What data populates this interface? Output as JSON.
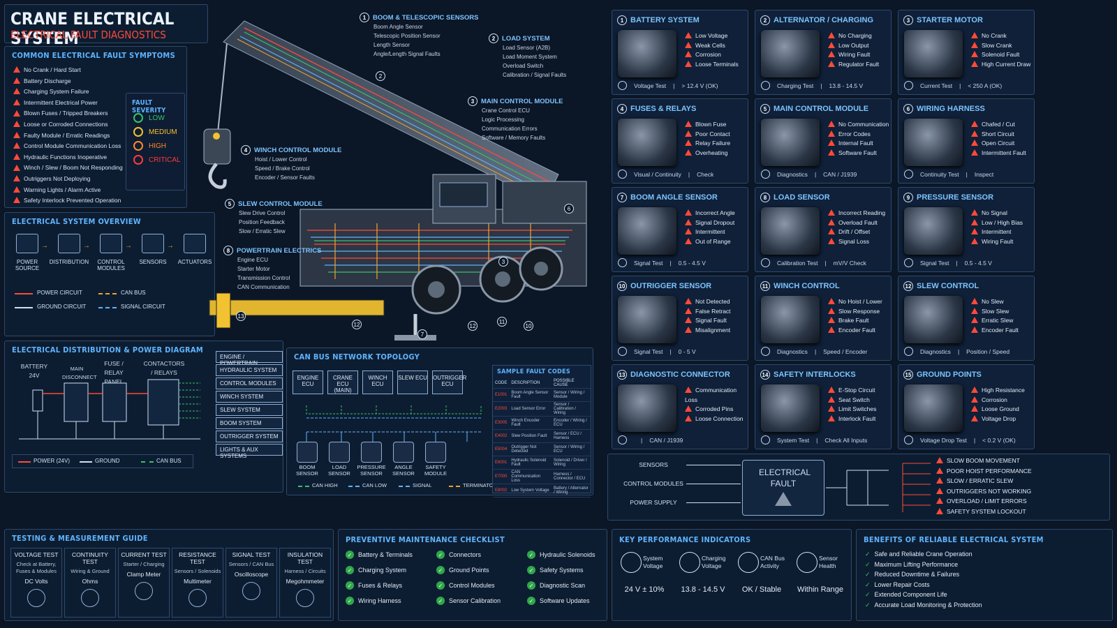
{
  "header": {
    "title": "CRANE ELECTRICAL SYSTEM",
    "subtitle": "ELECTRICAL FAULT DIAGNOSTICS"
  },
  "symptoms": {
    "title": "COMMON ELECTRICAL FAULT SYMPTOMS",
    "items": [
      "No Crank / Hard Start",
      "Battery Discharge",
      "Charging System Failure",
      "Intermittent Electrical Power",
      "Blown Fuses / Tripped Breakers",
      "Loose or Corroded Connections",
      "Faulty Module / Erratic Readings",
      "Control Module Communication Loss",
      "Hydraulic Functions Inoperative",
      "Winch / Slew / Boom Not Responding",
      "Outriggers Not Deploying",
      "Warning Lights / Alarm Active",
      "Safety Interlock Prevented Operation"
    ]
  },
  "severity": {
    "title": "FAULT SEVERITY",
    "levels": [
      {
        "label": "LOW",
        "color": "#35c46a"
      },
      {
        "label": "MEDIUM",
        "color": "#f2c230"
      },
      {
        "label": "HIGH",
        "color": "#ff8a2a"
      },
      {
        "label": "CRITICAL",
        "color": "#ff3b3b"
      }
    ]
  },
  "overview": {
    "title": "ELECTRICAL SYSTEM OVERVIEW",
    "nodes": [
      "POWER SOURCE",
      "DISTRIBUTION",
      "CONTROL MODULES",
      "SENSORS",
      "ACTUATORS"
    ],
    "legend": [
      "POWER CIRCUIT",
      "CAN BUS",
      "GROUND CIRCUIT",
      "SIGNAL CIRCUIT"
    ]
  },
  "crane_labels": [
    {
      "n": "1",
      "title": "BOOM & TELESCOPIC SENSORS",
      "items": [
        "Boom Angle Sensor",
        "Telescopic Position Sensor",
        "Length Sensor",
        "Angle/Length Signal Faults"
      ]
    },
    {
      "n": "2",
      "title": "LOAD SYSTEM",
      "items": [
        "Load Sensor (A2B)",
        "Load Moment System",
        "Overload Switch",
        "Calibration / Signal Faults"
      ]
    },
    {
      "n": "3",
      "title": "MAIN CONTROL MODULE",
      "items": [
        "Crane Control ECU",
        "Logic Processing",
        "Communication Errors",
        "Software / Memory Faults"
      ]
    },
    {
      "n": "4",
      "title": "WINCH CONTROL MODULE",
      "items": [
        "Hoist / Lower Control",
        "Speed / Brake Control",
        "Encoder / Sensor Faults"
      ]
    },
    {
      "n": "5",
      "title": "SLEW CONTROL MODULE",
      "items": [
        "Slew Drive Control",
        "Position Feedback",
        "Slow / Erratic Slew"
      ]
    },
    {
      "n": "8",
      "title": "POWERTRAIN ELECTRICS",
      "items": [
        "Engine ECU",
        "Starter Motor",
        "Transmission Control",
        "CAN Communication"
      ]
    }
  ],
  "crane_markers": [
    "2",
    "6",
    "3",
    "13",
    "12",
    "7",
    "12",
    "11",
    "10"
  ],
  "distribution": {
    "title": "ELECTRICAL DISTRIBUTION & POWER DIAGRAM",
    "labels": [
      "BATTERY 24V",
      "MAIN DISCONNECT",
      "FUSE / RELAY PANEL",
      "CONTACTORS / RELAYS"
    ],
    "systems": [
      "ENGINE / POWERTRAIN",
      "HYDRAULIC SYSTEM",
      "CONTROL MODULES",
      "WINCH SYSTEM",
      "SLEW SYSTEM",
      "BOOM SYSTEM",
      "OUTRIGGER SYSTEM",
      "LIGHTS & AUX SYSTEMS"
    ],
    "legend": [
      "POWER (24V)",
      "GROUND",
      "CAN BUS"
    ]
  },
  "canbus": {
    "title": "CAN BUS NETWORK TOPOLOGY",
    "ecus": [
      "ENGINE ECU",
      "CRANE ECU (MAIN)",
      "WINCH ECU",
      "SLEW ECU",
      "OUTRIGGER ECU"
    ],
    "sensors": [
      "BOOM SENSOR",
      "LOAD SENSOR",
      "PRESSURE SENSOR",
      "ANGLE SENSOR",
      "SAFETY MODULE"
    ],
    "legend": [
      "CAN HIGH",
      "CAN LOW",
      "SIGNAL",
      "TERMINATOR"
    ]
  },
  "fault_codes": {
    "title": "SAMPLE FAULT CODES",
    "headers": [
      "CODE",
      "DESCRIPTION",
      "POSSIBLE CAUSE"
    ],
    "rows": [
      [
        "E1001",
        "Boom Angle Sensor Fault",
        "Sensor / Wiring / Module"
      ],
      [
        "E2003",
        "Load Sensor Error",
        "Sensor / Calibration / Wiring"
      ],
      [
        "E3005",
        "Winch Encoder Fault",
        "Encoder / Wiring / ECU"
      ],
      [
        "E4002",
        "Slew Position Fault",
        "Sensor / ECU / Harness"
      ],
      [
        "E5004",
        "Outrigger Not Detected",
        "Sensor / Wiring / ECU"
      ],
      [
        "E6001",
        "Hydraulic Solenoid Fault",
        "Solenoid / Driver / Wiring"
      ],
      [
        "E7000",
        "CAN Communication Loss",
        "Harness / Connector / ECU"
      ],
      [
        "E8002",
        "Low System Voltage",
        "Battery / Alternator / Wiring"
      ]
    ]
  },
  "cards": [
    {
      "n": "1",
      "title": "BATTERY SYSTEM",
      "items": [
        "Low Voltage",
        "Weak Cells",
        "Corrosion",
        "Loose Terminals"
      ],
      "foot": [
        "Voltage Test",
        "> 12.4 V (OK)"
      ]
    },
    {
      "n": "2",
      "title": "ALTERNATOR / CHARGING",
      "items": [
        "No Charging",
        "Low Output",
        "Wiring Fault",
        "Regulator Fault"
      ],
      "foot": [
        "Charging Test",
        "13.8 - 14.5 V"
      ]
    },
    {
      "n": "3",
      "title": "STARTER MOTOR",
      "items": [
        "No Crank",
        "Slow Crank",
        "Solenoid Fault",
        "High Current Draw"
      ],
      "foot": [
        "Current Test",
        "< 250 A (OK)"
      ]
    },
    {
      "n": "4",
      "title": "FUSES & RELAYS",
      "items": [
        "Blown Fuse",
        "Poor Contact",
        "Relay Failure",
        "Overheating"
      ],
      "foot": [
        "Visual / Continuity",
        "Check"
      ]
    },
    {
      "n": "5",
      "title": "MAIN CONTROL MODULE",
      "items": [
        "No Communication",
        "Error Codes",
        "Internal Fault",
        "Software Fault"
      ],
      "foot": [
        "Diagnostics",
        "CAN / J1939"
      ]
    },
    {
      "n": "6",
      "title": "WIRING HARNESS",
      "items": [
        "Chafed / Cut",
        "Short Circuit",
        "Open Circuit",
        "Intermittent Fault"
      ],
      "foot": [
        "Continuity Test",
        "Inspect"
      ]
    },
    {
      "n": "7",
      "title": "BOOM ANGLE SENSOR",
      "items": [
        "Incorrect Angle",
        "Signal Dropout",
        "Intermittent",
        "Out of Range"
      ],
      "foot": [
        "Signal Test",
        "0.5 - 4.5 V"
      ]
    },
    {
      "n": "8",
      "title": "LOAD SENSOR",
      "items": [
        "Incorrect Reading",
        "Overload Fault",
        "Drift / Offset",
        "Signal Loss"
      ],
      "foot": [
        "Calibration Test",
        "mV/V Check"
      ]
    },
    {
      "n": "9",
      "title": "PRESSURE SENSOR",
      "items": [
        "No Signal",
        "Low / High Bias",
        "Intermittent",
        "Wiring Fault"
      ],
      "foot": [
        "Signal Test",
        "0.5 - 4.5 V"
      ]
    },
    {
      "n": "10",
      "title": "OUTRIGGER SENSOR",
      "items": [
        "Not Detected",
        "False Retract",
        "Signal Fault",
        "Misalignment"
      ],
      "foot": [
        "Signal Test",
        "0 - 5 V"
      ]
    },
    {
      "n": "11",
      "title": "WINCH CONTROL",
      "items": [
        "No Hoist / Lower",
        "Slow Response",
        "Brake Fault",
        "Encoder Fault"
      ],
      "foot": [
        "Diagnostics",
        "Speed / Encoder"
      ]
    },
    {
      "n": "12",
      "title": "SLEW CONTROL",
      "items": [
        "No Slew",
        "Slow Slew",
        "Erratic Slew",
        "Encoder Fault"
      ],
      "foot": [
        "Diagnostics",
        "Position / Speed"
      ]
    },
    {
      "n": "13",
      "title": "DIAGNOSTIC CONNECTOR",
      "items": [
        "Communication Loss",
        "Corroded Pins",
        "Loose Connection"
      ],
      "foot": [
        "",
        "CAN / J1939"
      ]
    },
    {
      "n": "14",
      "title": "SAFETY INTERLOCKS",
      "items": [
        "E-Stop Circuit",
        "Seat Switch",
        "Limit Switches",
        "Interlock Fault"
      ],
      "foot": [
        "System Test",
        "Check All Inputs"
      ]
    },
    {
      "n": "15",
      "title": "GROUND POINTS",
      "items": [
        "High Resistance",
        "Corrosion",
        "Loose Ground",
        "Voltage Drop"
      ],
      "foot": [
        "Voltage Drop Test",
        "< 0.2 V (OK)"
      ]
    }
  ],
  "fault_flow": {
    "inputs": [
      "SENSORS",
      "CONTROL MODULES",
      "POWER SUPPLY"
    ],
    "center": "ELECTRICAL FAULT",
    "effects": [
      "SLOW BOOM MOVEMENT",
      "POOR HOIST PERFORMANCE",
      "SLOW / ERRATIC SLEW",
      "OUTRIGGERS NOT WORKING",
      "OVERLOAD / LIMIT ERRORS",
      "SAFETY SYSTEM LOCKOUT"
    ]
  },
  "testing": {
    "title": "TESTING & MEASUREMENT GUIDE",
    "cols": [
      {
        "h": "VOLTAGE TEST",
        "d": "Check at Battery, Fuses & Modules",
        "tool": "DC Volts"
      },
      {
        "h": "CONTINUITY TEST",
        "d": "Wiring & Ground",
        "tool": "Ohms"
      },
      {
        "h": "CURRENT TEST",
        "d": "Starter / Charging",
        "tool": "Clamp Meter"
      },
      {
        "h": "RESISTANCE TEST",
        "d": "Sensors / Solenoids",
        "tool": "Multimeter"
      },
      {
        "h": "SIGNAL TEST",
        "d": "Sensors / CAN Bus",
        "tool": "Oscilloscope"
      },
      {
        "h": "INSULATION TEST",
        "d": "Harness / Circuits",
        "tool": "Megohmmeter"
      }
    ]
  },
  "maintenance": {
    "title": "PREVENTIVE MAINTENANCE CHECKLIST",
    "items": [
      "Battery & Terminals",
      "Charging System",
      "Fuses & Relays",
      "Wiring Harness",
      "Connectors",
      "Ground Points",
      "Control Modules",
      "Sensor Calibration",
      "Hydraulic Solenoids",
      "Safety Systems",
      "Diagnostic Scan",
      "Software Updates"
    ]
  },
  "kpi": {
    "title": "KEY PERFORMANCE INDICATORS",
    "items": [
      {
        "label": "System Voltage",
        "value": "24 V ± 10%"
      },
      {
        "label": "Charging Voltage",
        "value": "13.8 - 14.5 V"
      },
      {
        "label": "CAN Bus Activity",
        "value": "OK / Stable"
      },
      {
        "label": "Sensor Health",
        "value": "Within Range"
      }
    ]
  },
  "benefits": {
    "title": "BENEFITS OF RELIABLE ELECTRICAL SYSTEM",
    "items": [
      "Safe and Reliable Crane Operation",
      "Maximum Lifting Performance",
      "Reduced Downtime & Failures",
      "Lower Repair Costs",
      "Extended Component Life",
      "Accurate Load Monitoring & Protection"
    ]
  },
  "colors": {
    "accent": "#5fb4ff",
    "warn": "#ff4a3a",
    "ok": "#2fa84a",
    "bg": "#0b1626"
  }
}
